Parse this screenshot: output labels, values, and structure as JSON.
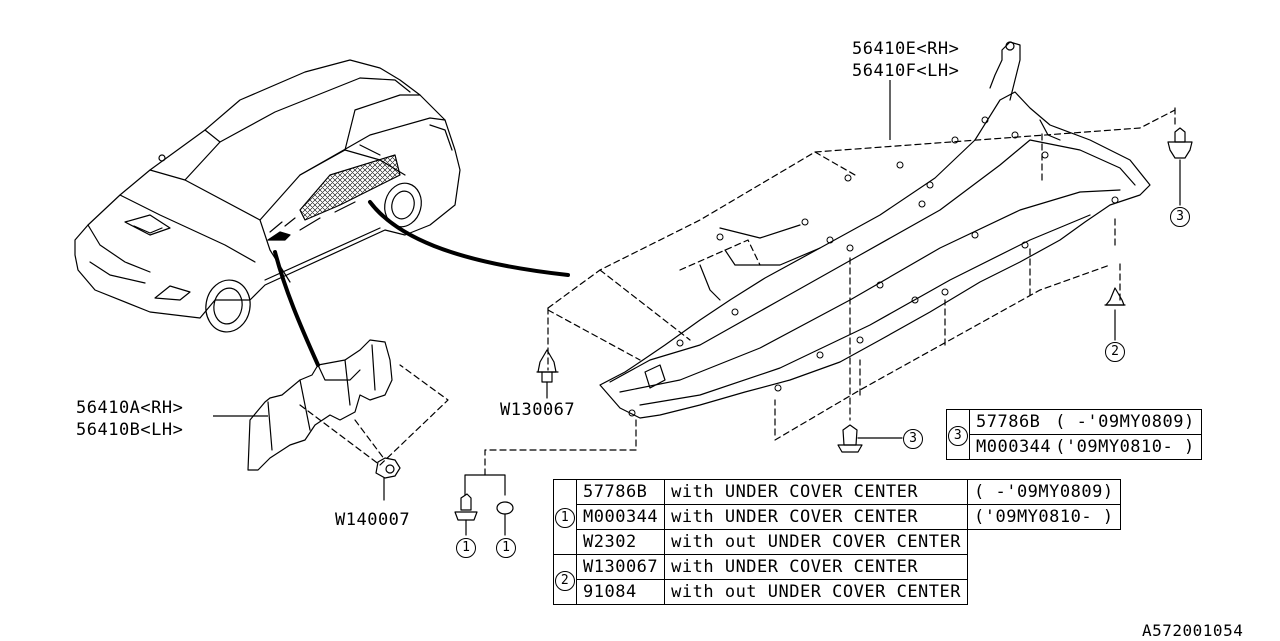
{
  "labels": {
    "part_56410E": "56410E<RH>",
    "part_56410F": "56410F<LH>",
    "part_56410A": "56410A<RH>",
    "part_56410B": "56410B<LH>",
    "w130067": "W130067",
    "w140007": "W140007",
    "diagram_id": "A572001054"
  },
  "callouts": {
    "c1": "1",
    "c2": "2",
    "c3": "3"
  },
  "table_small": {
    "index": "3",
    "rows": [
      {
        "part": "57786B",
        "range": "(  -'09MY0809)"
      },
      {
        "part": "M000344",
        "range": "('09MY0810-   )"
      }
    ]
  },
  "table_main": {
    "group1": {
      "index": "1",
      "rows": [
        {
          "part": "57786B",
          "desc": "with UNDER COVER CENTER",
          "range": "(  -'09MY0809)"
        },
        {
          "part": "M000344",
          "desc": "with UNDER COVER CENTER",
          "range": "('09MY0810-   )"
        },
        {
          "part": "W2302",
          "desc": "with out UNDER COVER CENTER",
          "range": ""
        }
      ]
    },
    "group2": {
      "index": "2",
      "rows": [
        {
          "part": "W130067",
          "desc": "with UNDER COVER CENTER",
          "range": ""
        },
        {
          "part": "91084",
          "desc": "with out UNDER COVER CENTER",
          "range": ""
        }
      ]
    }
  }
}
